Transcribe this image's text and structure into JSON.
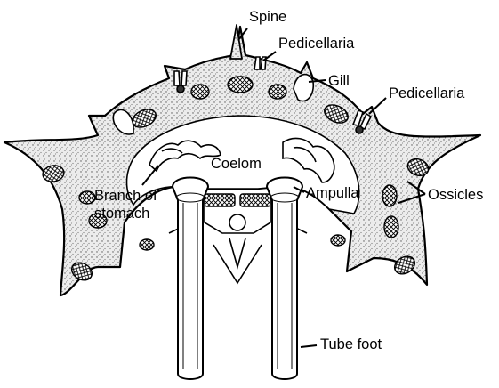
{
  "labels": {
    "spine": "Spine",
    "pedicellaria_top": "Pedicellaria",
    "gill": "Gill",
    "pedicellaria_right": "Pedicellaria",
    "coelom": "Coelom",
    "ampulla": "Ampulla",
    "ossicles": "Ossicles",
    "branch_line1": "Branch of",
    "branch_line2": "stomach",
    "tube_foot": "Tube foot"
  },
  "colors": {
    "ink": "#000000",
    "body_wall": "#e9e9e9",
    "background": "#ffffff"
  }
}
